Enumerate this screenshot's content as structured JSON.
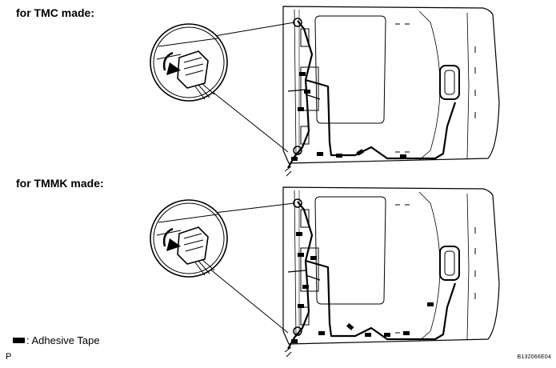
{
  "headings": {
    "tmc": "for TMC made:",
    "tmmk": "for TMMK made:"
  },
  "legend": {
    "label": ": Adhesive Tape",
    "swatch_color": "#000000"
  },
  "corner": {
    "page_letter": "P",
    "figure_code": "B132066E04"
  },
  "icons": [
    "adhesive-tape-icon",
    "clip-detail-icon",
    "arrow-icon"
  ]
}
